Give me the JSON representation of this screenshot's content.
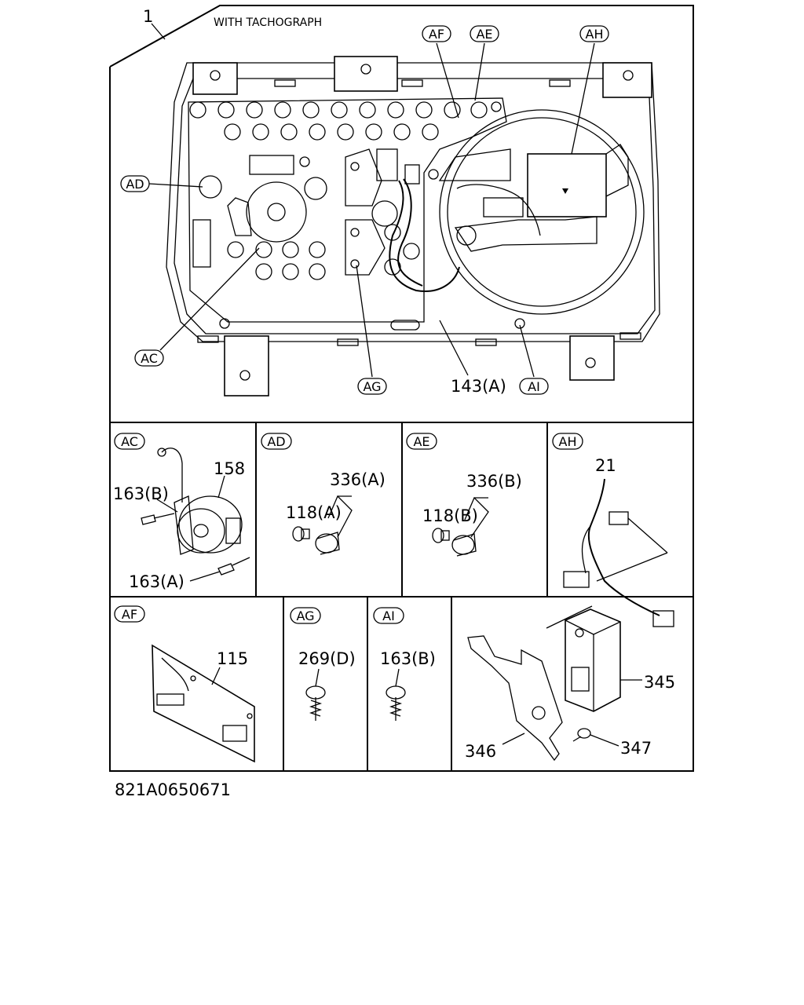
{
  "figure_code": "821A0650671",
  "main": {
    "assembly_number": "1",
    "title": "WITH TACHOGRAPH",
    "callouts": [
      "AF",
      "AE",
      "AH",
      "AD",
      "AC",
      "AG",
      "AI"
    ],
    "part_label": "143(A)"
  },
  "details": {
    "AC": {
      "bubble": "AC",
      "parts": [
        "158",
        "163(B)",
        "163(A)"
      ]
    },
    "AD": {
      "bubble": "AD",
      "parts": [
        "336(A)",
        "118(A)"
      ]
    },
    "AE": {
      "bubble": "AE",
      "parts": [
        "336(B)",
        "118(B)"
      ]
    },
    "AH": {
      "bubble": "AH",
      "parts": [
        "21",
        "345",
        "346",
        "347"
      ]
    },
    "AF": {
      "bubble": "AF",
      "parts": [
        "115"
      ]
    },
    "AG": {
      "bubble": "AG",
      "parts": [
        "269(D)"
      ]
    },
    "AI": {
      "bubble": "AI",
      "parts": [
        "163(B)"
      ]
    }
  }
}
